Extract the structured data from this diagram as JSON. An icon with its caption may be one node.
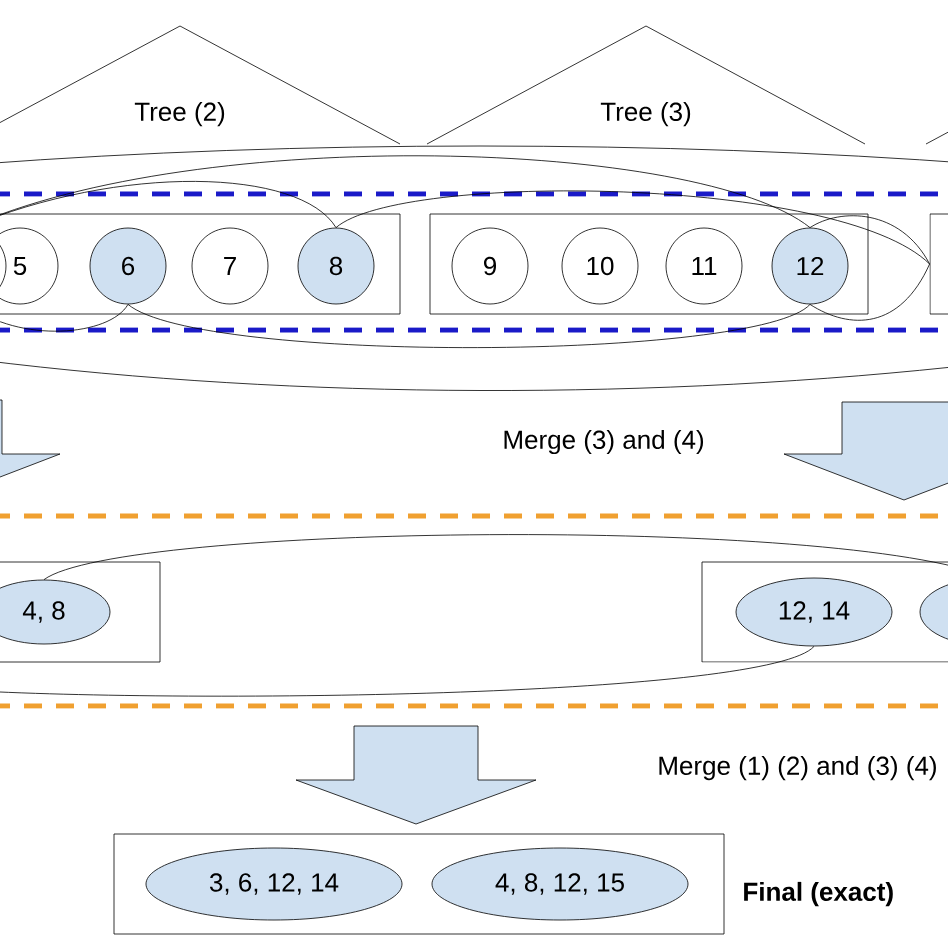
{
  "diagram": {
    "nodes": [
      {
        "text": [
          "Tree (2)"
        ]
      },
      {
        "text": [
          "Tree (3)"
        ]
      },
      {
        "text": [],
        "shape": "triangle"
      },
      {
        "text": [],
        "shape": "box"
      },
      {
        "text": [],
        "shape": "circle",
        "in": 3
      },
      {
        "text": [
          "5"
        ],
        "in": 3
      },
      {
        "text": [
          "6"
        ],
        "in": 3
      },
      {
        "text": [
          "7"
        ],
        "in": 3
      },
      {
        "text": [
          "8"
        ],
        "in": 3
      },
      {
        "text": [],
        "shape": "box"
      },
      {
        "text": [
          "9"
        ],
        "in": 9
      },
      {
        "text": [
          "10"
        ],
        "in": 9
      },
      {
        "text": [
          "11"
        ],
        "in": 9
      },
      {
        "text": [
          "12"
        ],
        "in": 9
      },
      {
        "text": [],
        "shape": "box"
      },
      {
        "text": [],
        "shape": "box"
      },
      {
        "text": [
          "4, 8"
        ],
        "in": 15
      },
      {
        "text": [],
        "shape": "box"
      },
      {
        "text": [
          "12, 14"
        ],
        "in": 17
      },
      {
        "text": [],
        "shape": "ellipse",
        "in": 17
      },
      {
        "text": [],
        "shape": "box",
        "beside": [
          "**Final (exact)**"
        ]
      },
      {
        "text": [
          "3, 6, 12, 14"
        ],
        "in": 20
      },
      {
        "text": [
          "4, 8, 12, 15"
        ],
        "in": 20
      }
    ],
    "edges": [
      {
        "from": 4,
        "to": 13,
        "arrow": "none"
      },
      {
        "from": 4,
        "to": 8,
        "arrow": "none"
      },
      {
        "from": 8,
        "to": 14,
        "arrow": "none"
      },
      {
        "from": 13,
        "to": 14,
        "arrow": "none"
      },
      {
        "from": 6,
        "to": 13,
        "arrow": "none"
      },
      {
        "from": 6,
        "to": 4,
        "arrow": "none"
      },
      {
        "from": 13,
        "to": 14,
        "arrow": "none"
      },
      {
        "from": 16,
        "to": 19,
        "arrow": "none"
      },
      {
        "from": 18,
        "to": null,
        "arrow": "none"
      }
    ],
    "labels": [
      "Merge (3) and (4)",
      "Merge (1) (2) and (3) (4)"
    ]
  }
}
